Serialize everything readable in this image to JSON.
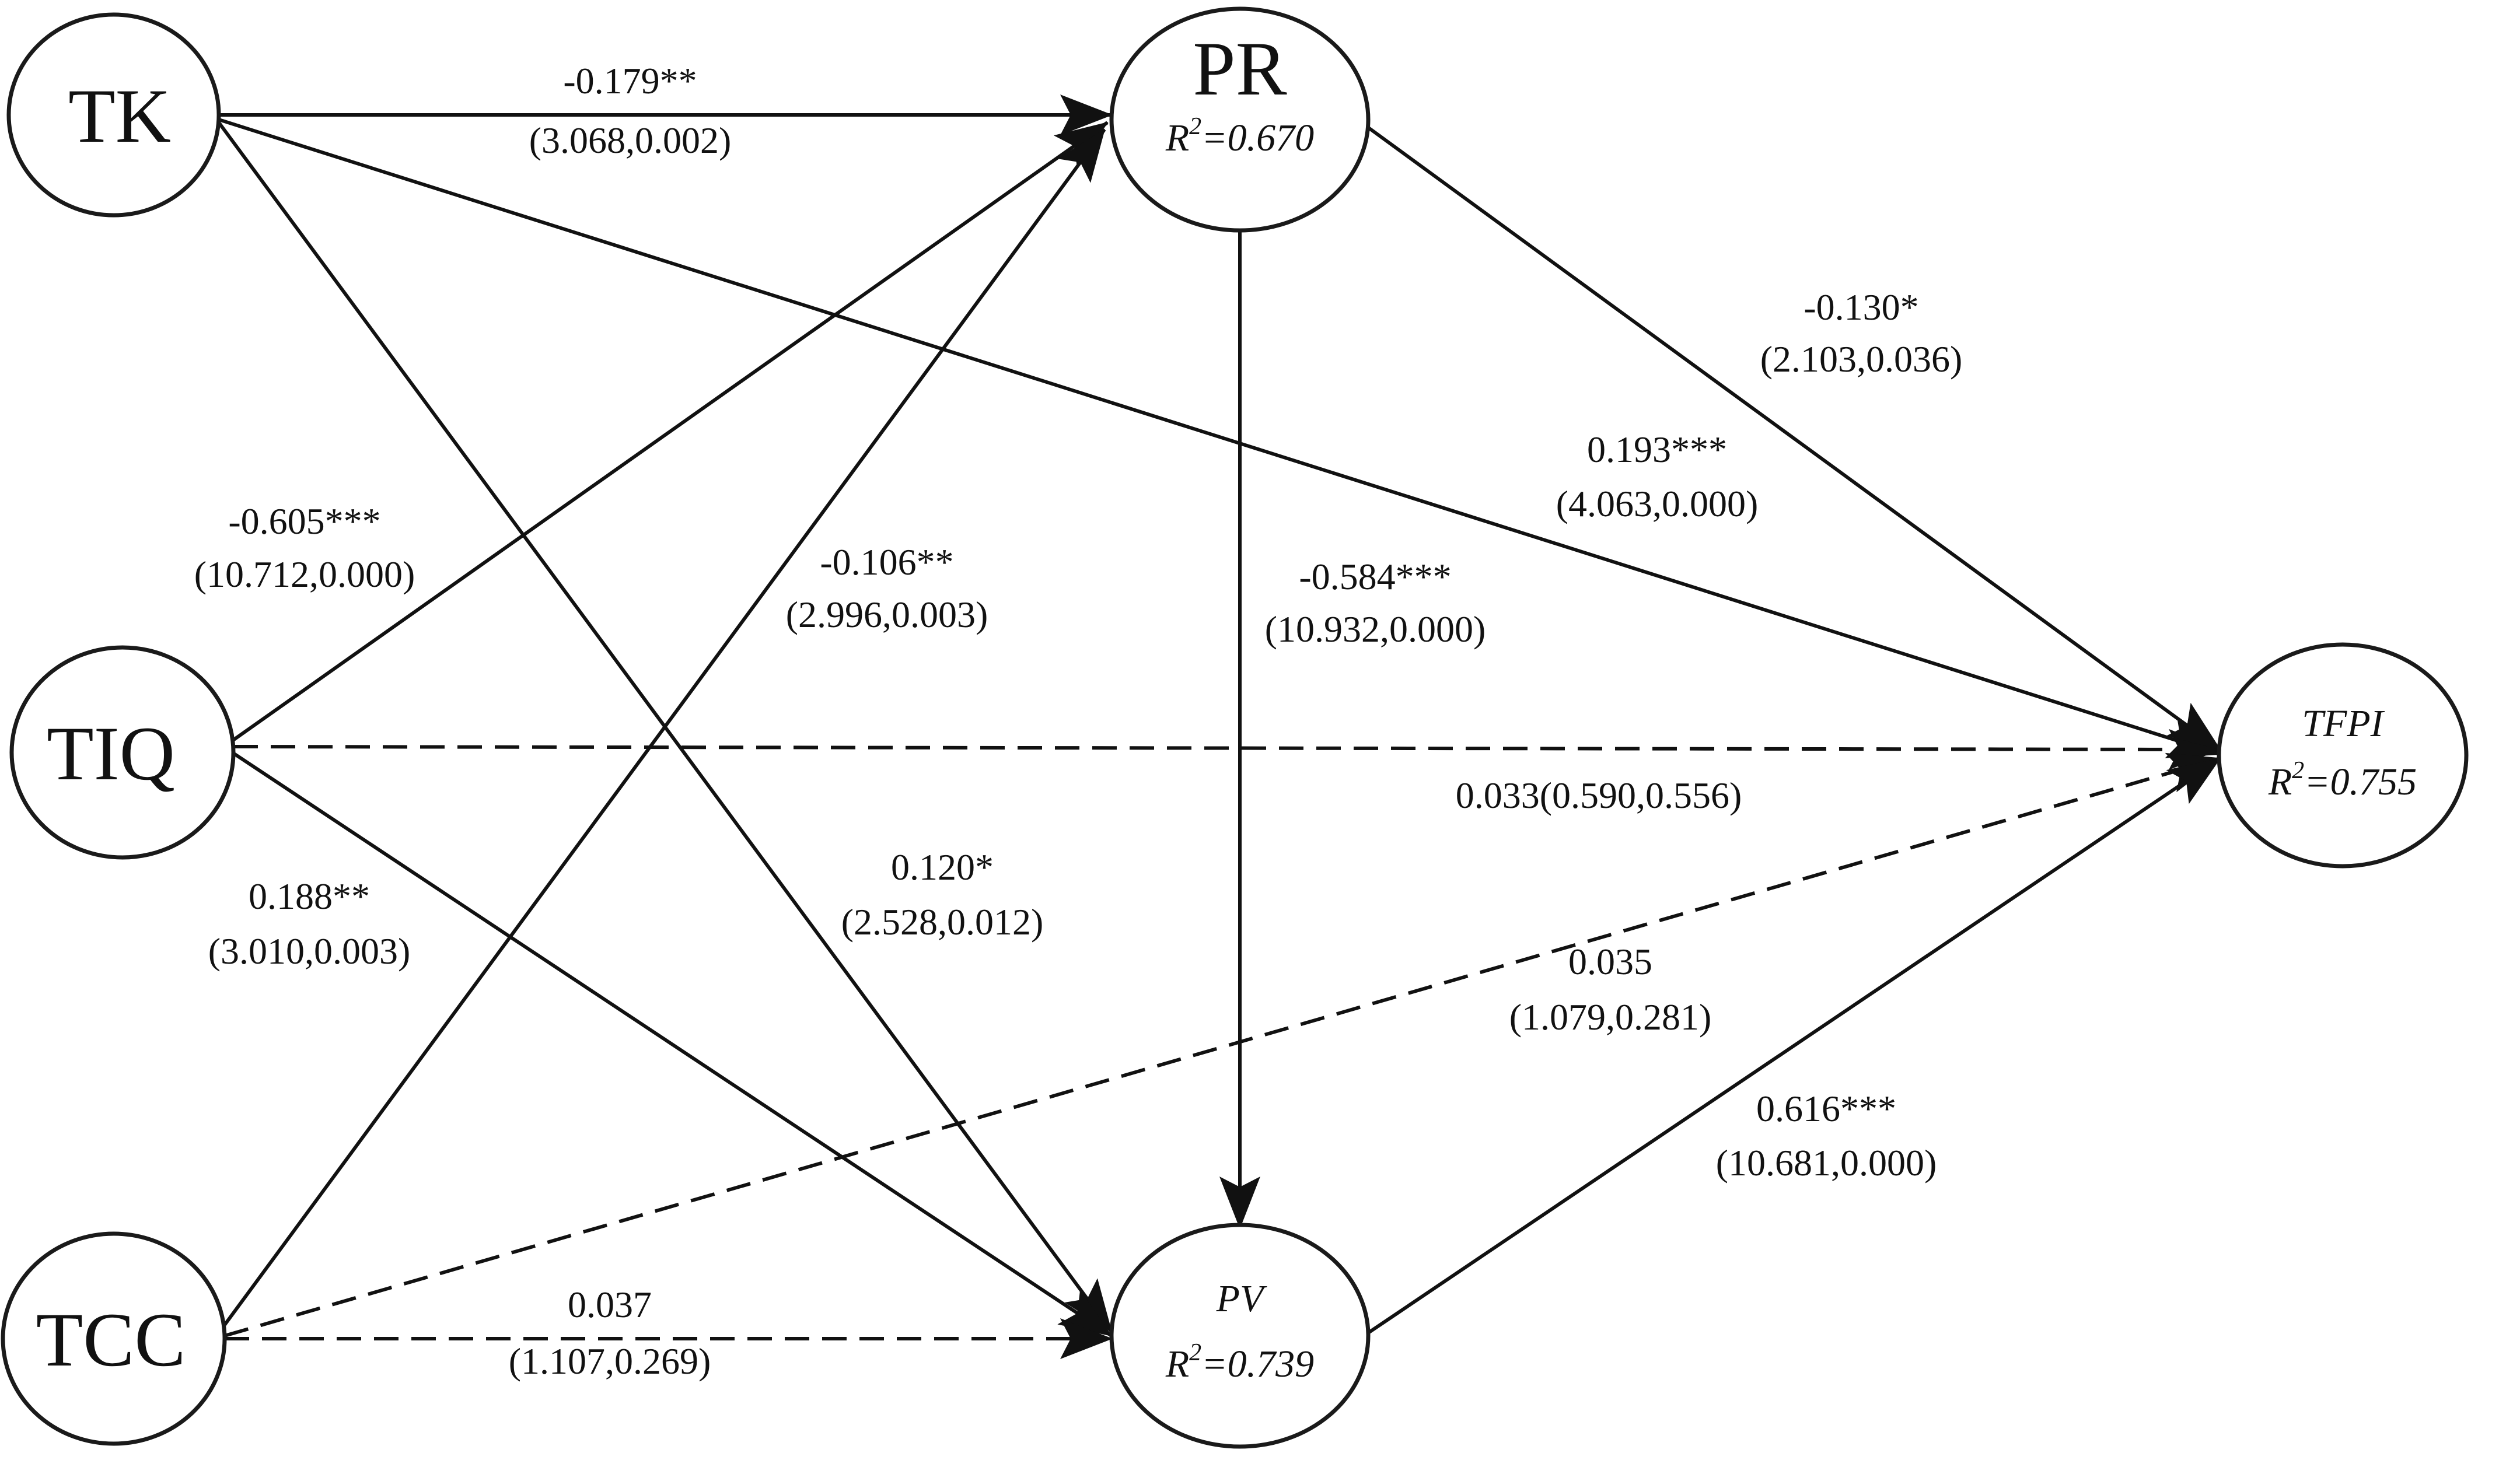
{
  "nodes": {
    "tk": {
      "name": "TK"
    },
    "tiq": {
      "name": "TIQ"
    },
    "tcc": {
      "name": "TCC"
    },
    "pr": {
      "name": "PR",
      "r2_prefix": "R",
      "r2_sup": "2",
      "r2_value": "=0.670"
    },
    "pv": {
      "name": "PV",
      "r2_prefix": "R",
      "r2_sup": "2",
      "r2_value": "=0.739"
    },
    "tfpi": {
      "name": "TFPI",
      "r2_prefix": "R",
      "r2_sup": "2",
      "r2_value": "=0.755"
    }
  },
  "edges": {
    "tk_pr": {
      "line1": "-0.179**",
      "line2": "(3.068,0.002)",
      "style": "solid"
    },
    "tk_pv": {
      "line1": "0.120*",
      "line2": "(2.528,0.012)",
      "style": "solid"
    },
    "tk_tfpi": {
      "line1": "0.193***",
      "line2": "(4.063,0.000)",
      "style": "solid"
    },
    "tiq_pr": {
      "line1": "-0.605***",
      "line2": "(10.712,0.000)",
      "style": "solid"
    },
    "tiq_pv": {
      "line1": "0.188**",
      "line2": "(3.010,0.003)",
      "style": "solid"
    },
    "tiq_tfpi": {
      "line1": "0.033(0.590,0.556)",
      "style": "dashed"
    },
    "tcc_pr": {
      "line1": "-0.106**",
      "line2": "(2.996,0.003)",
      "style": "solid"
    },
    "tcc_pv": {
      "line1": "0.037",
      "line2": "(1.107,0.269)",
      "style": "dashed"
    },
    "tcc_tfpi": {
      "line1": "0.035",
      "line2": "(1.079,0.281)",
      "style": "dashed"
    },
    "pr_pv": {
      "line1": "-0.584***",
      "line2": "(10.932,0.000)",
      "style": "solid"
    },
    "pr_tfpi": {
      "line1": "-0.130*",
      "line2": "(2.103,0.036)",
      "style": "solid"
    },
    "pv_tfpi": {
      "line1": "0.616***",
      "line2": "(10.681,0.000)",
      "style": "solid"
    }
  }
}
